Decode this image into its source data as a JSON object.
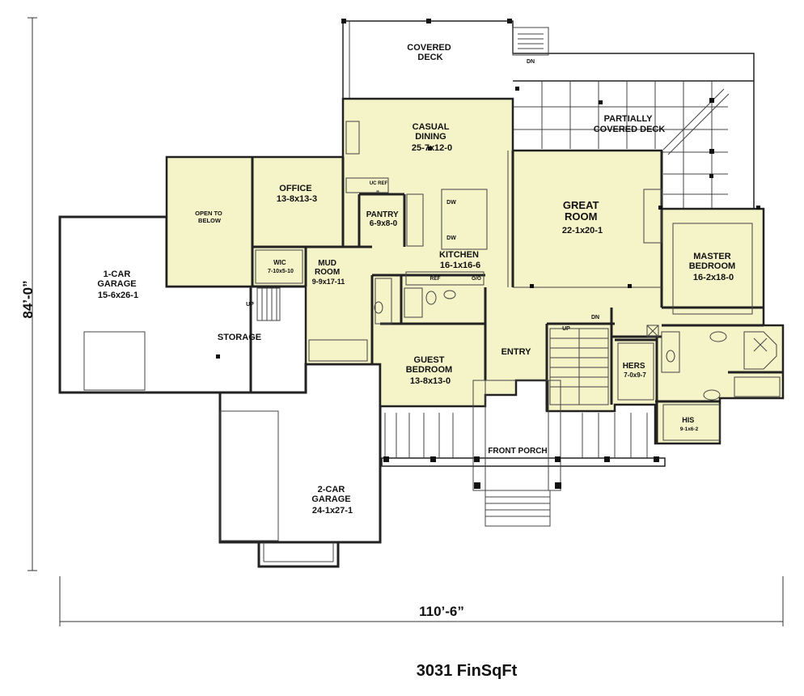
{
  "rooms": {
    "covered_deck": {
      "name_l1": "COVERED",
      "name_l2": "DECK"
    },
    "partially_covered_deck": {
      "name_l1": "PARTIALLY",
      "name_l2": "COVERED DECK"
    },
    "casual_dining": {
      "name_l1": "CASUAL",
      "name_l2": "DINING",
      "size": "25-7x12-0"
    },
    "great_room": {
      "name_l1": "GREAT",
      "name_l2": "ROOM",
      "size": "22-1x20-1"
    },
    "office": {
      "name": "OFFICE",
      "size": "13-8x13-3"
    },
    "open_to_below": {
      "name_l1": "OPEN TO",
      "name_l2": "BELOW"
    },
    "pantry": {
      "name": "PANTRY",
      "size": "6-9x8-0"
    },
    "kitchen": {
      "name": "KITCHEN",
      "size": "16-1x16-6"
    },
    "master_bedroom": {
      "name_l1": "MASTER",
      "name_l2": "BEDROOM",
      "size": "16-2x18-0"
    },
    "one_car_garage": {
      "name_l1": "1-CAR",
      "name_l2": "GARAGE",
      "size": "15-6x26-1"
    },
    "wic": {
      "name": "WIC",
      "size": "7-10x5-10"
    },
    "mud_room": {
      "name_l1": "MUD",
      "name_l2": "ROOM",
      "size": "9-9x17-11"
    },
    "storage": {
      "name": "STORAGE"
    },
    "guest_bedroom": {
      "name_l1": "GUEST",
      "name_l2": "BEDROOM",
      "size": "13-8x13-0"
    },
    "entry": {
      "name": "ENTRY"
    },
    "hers": {
      "name": "HERS",
      "size": "7-0x9-7"
    },
    "his": {
      "name": "HIS",
      "size": "9-1x6-2"
    },
    "front_porch": {
      "name": "FRONT PORCH"
    },
    "two_car_garage": {
      "name_l1": "2-CAR",
      "name_l2": "GARAGE",
      "size": "24-1x27-1"
    }
  },
  "fixtures": {
    "dn_top": "DN",
    "dn_stair": "DN",
    "up_stair": "UP",
    "up_garage": "UP",
    "dw1": "DW",
    "dw2": "DW",
    "uc_ref": "UC\nREF",
    "ref": "REF",
    "oo": "O/O"
  },
  "dimensions": {
    "depth": "84’-0”",
    "width": "110’-6”"
  },
  "footer": {
    "area": "3031 FinSqFt"
  }
}
